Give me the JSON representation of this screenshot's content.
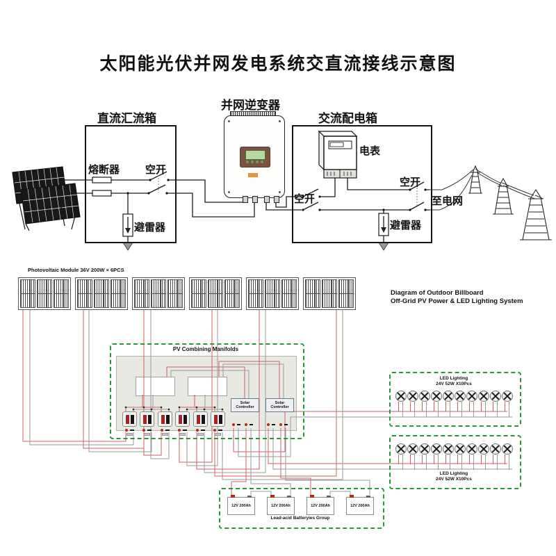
{
  "title": "太阳能光伏并网发电系统交直流接线示意图",
  "top_diagram": {
    "dc_combiner_box": {
      "label": "直流汇流箱",
      "fuse_label": "熔断器",
      "breaker_label": "空开",
      "arrester_label": "避雷器"
    },
    "inverter": {
      "label": "并网逆变器"
    },
    "ac_distribution_box": {
      "label": "交流配电箱",
      "meter_label": "电表",
      "breaker_left_label": "空开",
      "breaker_right_label": "空开",
      "arrester_label": "避雷器"
    },
    "to_grid_label": "至电网"
  },
  "bottom_diagram": {
    "heading_line1": "Diagram of Outdoor Billboard",
    "heading_line2": "Off-Grid PV Power & LED Lighting System",
    "pv_module_label": "Photovoltaic Module   36V 200W × 6PCS",
    "pv_group_count": 6,
    "manifold": {
      "title": "PV Combining Manifolds",
      "breaker_count": 6,
      "controller_label": "Solar Controller"
    },
    "led_boxes": [
      {
        "line1": "LED Lighting",
        "line2": "24V 52W X10Pcs",
        "lamp_count": 10
      },
      {
        "line1": "LED Lighting",
        "line2": "24V 52W X10Pcs",
        "lamp_count": 10
      }
    ],
    "battery_group": {
      "label": "Lead-acid Batteryies Group",
      "batteries": [
        "12V 200Ah",
        "12V 200Ah",
        "12V 200Ah",
        "12V 200Ah"
      ]
    }
  },
  "colors": {
    "wire_red": "#cf5f5f",
    "wire_gray": "#9a9a9a",
    "dashed_green": "#27963c",
    "accent_orange": "#e8953a"
  }
}
